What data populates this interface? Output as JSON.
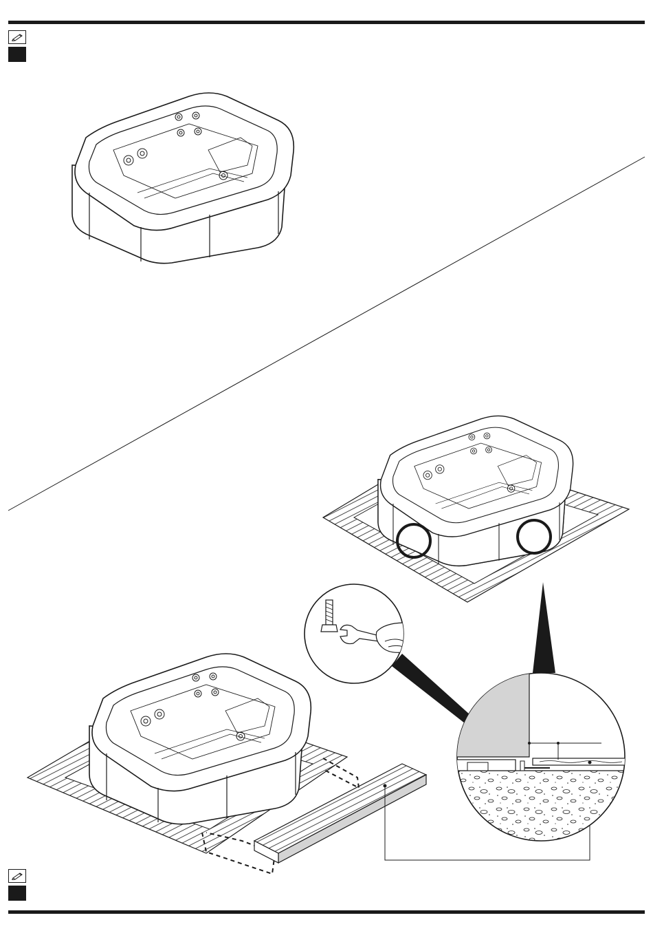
{
  "page": {
    "background": "#ffffff",
    "ink": "#1a1a1a",
    "panel_grey": "#d4d4d4"
  },
  "markers": [
    {
      "icon": "pencil-note-icon",
      "filled_block": true
    },
    {
      "icon": "pencil-note-icon",
      "filled_block": true
    }
  ],
  "figures": [
    {
      "id": "spa-standalone",
      "description_icon": "hot-tub-icon"
    },
    {
      "id": "spa-on-deck",
      "description_icon": "hot-tub-icon",
      "callouts": 2
    },
    {
      "id": "spa-install-deck-board",
      "description_icon": "hot-tub-icon"
    },
    {
      "id": "detail-wrench",
      "description_icon": "wrench-hand-icon"
    },
    {
      "id": "detail-cross-section",
      "description_icon": "cross-section-icon"
    }
  ]
}
